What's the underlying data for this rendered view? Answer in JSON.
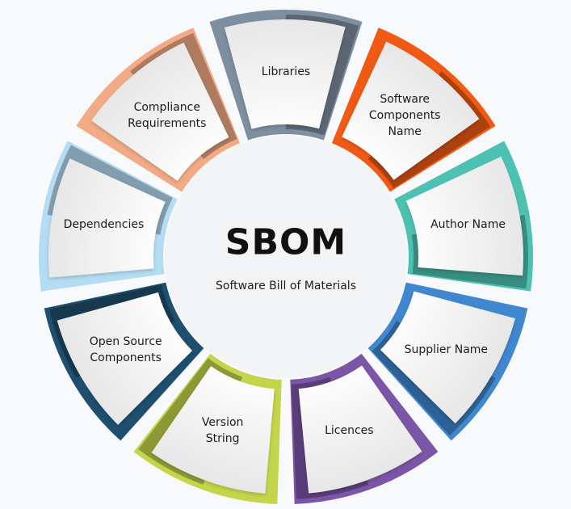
{
  "center": {
    "title": "SBOM",
    "subtitle": "Software Bill of Materials"
  },
  "segments": [
    {
      "label": "Libraries",
      "color": "#7d8fa0"
    },
    {
      "label": "Software\nComponents\nName",
      "color": "#f05a14"
    },
    {
      "label": "Author Name",
      "color": "#4ec2b2"
    },
    {
      "label": "Supplier Name",
      "color": "#3f87cf"
    },
    {
      "label": "Licences",
      "color": "#7b55a6"
    },
    {
      "label": "Version\nString",
      "color": "#c3d54a"
    },
    {
      "label": "Open Source\nComponents",
      "color": "#1e4f6f"
    },
    {
      "label": "Dependencies",
      "color": "#b4dcf2"
    },
    {
      "label": "Compliance\nRequirements",
      "color": "#f2ab85"
    }
  ]
}
